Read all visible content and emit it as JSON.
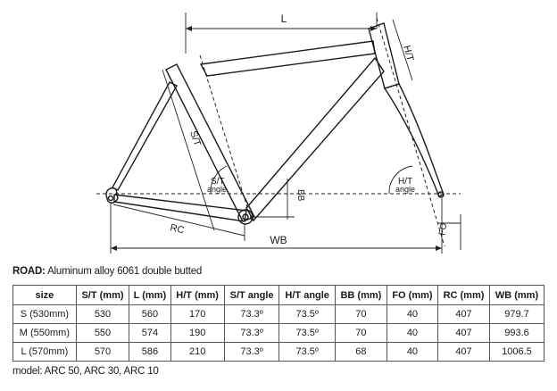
{
  "diagram": {
    "labels": {
      "length": "L",
      "head_tube": "H/T",
      "seat_tube": "S/T",
      "seat_tube_angle_1": "S/T",
      "seat_tube_angle_2": "angle",
      "head_tube_angle_1": "H/T",
      "head_tube_angle_2": "angle",
      "bottom_bracket": "BB",
      "rear_center": "RC",
      "wheelbase": "WB",
      "fork_offset": "FO"
    }
  },
  "caption": {
    "bold": "ROAD:",
    "text": " Aluminum alloy 6061 double butted"
  },
  "table": {
    "headers": [
      "size",
      "S/T (mm)",
      "L (mm)",
      "H/T (mm)",
      "S/T angle",
      "H/T angle",
      "BB (mm)",
      "FO (mm)",
      "RC (mm)",
      "WB (mm)"
    ],
    "rows": [
      [
        "S (530mm)",
        "530",
        "560",
        "170",
        "73.3º",
        "73.5º",
        "70",
        "40",
        "407",
        "979.7"
      ],
      [
        "M (550mm)",
        "550",
        "574",
        "190",
        "73.3º",
        "73.5º",
        "70",
        "40",
        "407",
        "993.6"
      ],
      [
        "L (570mm)",
        "570",
        "586",
        "210",
        "73.3º",
        "73.5º",
        "68",
        "40",
        "407",
        "1006.5"
      ]
    ]
  },
  "footnote": "model: ARC 50, ARC 30, ARC 10"
}
